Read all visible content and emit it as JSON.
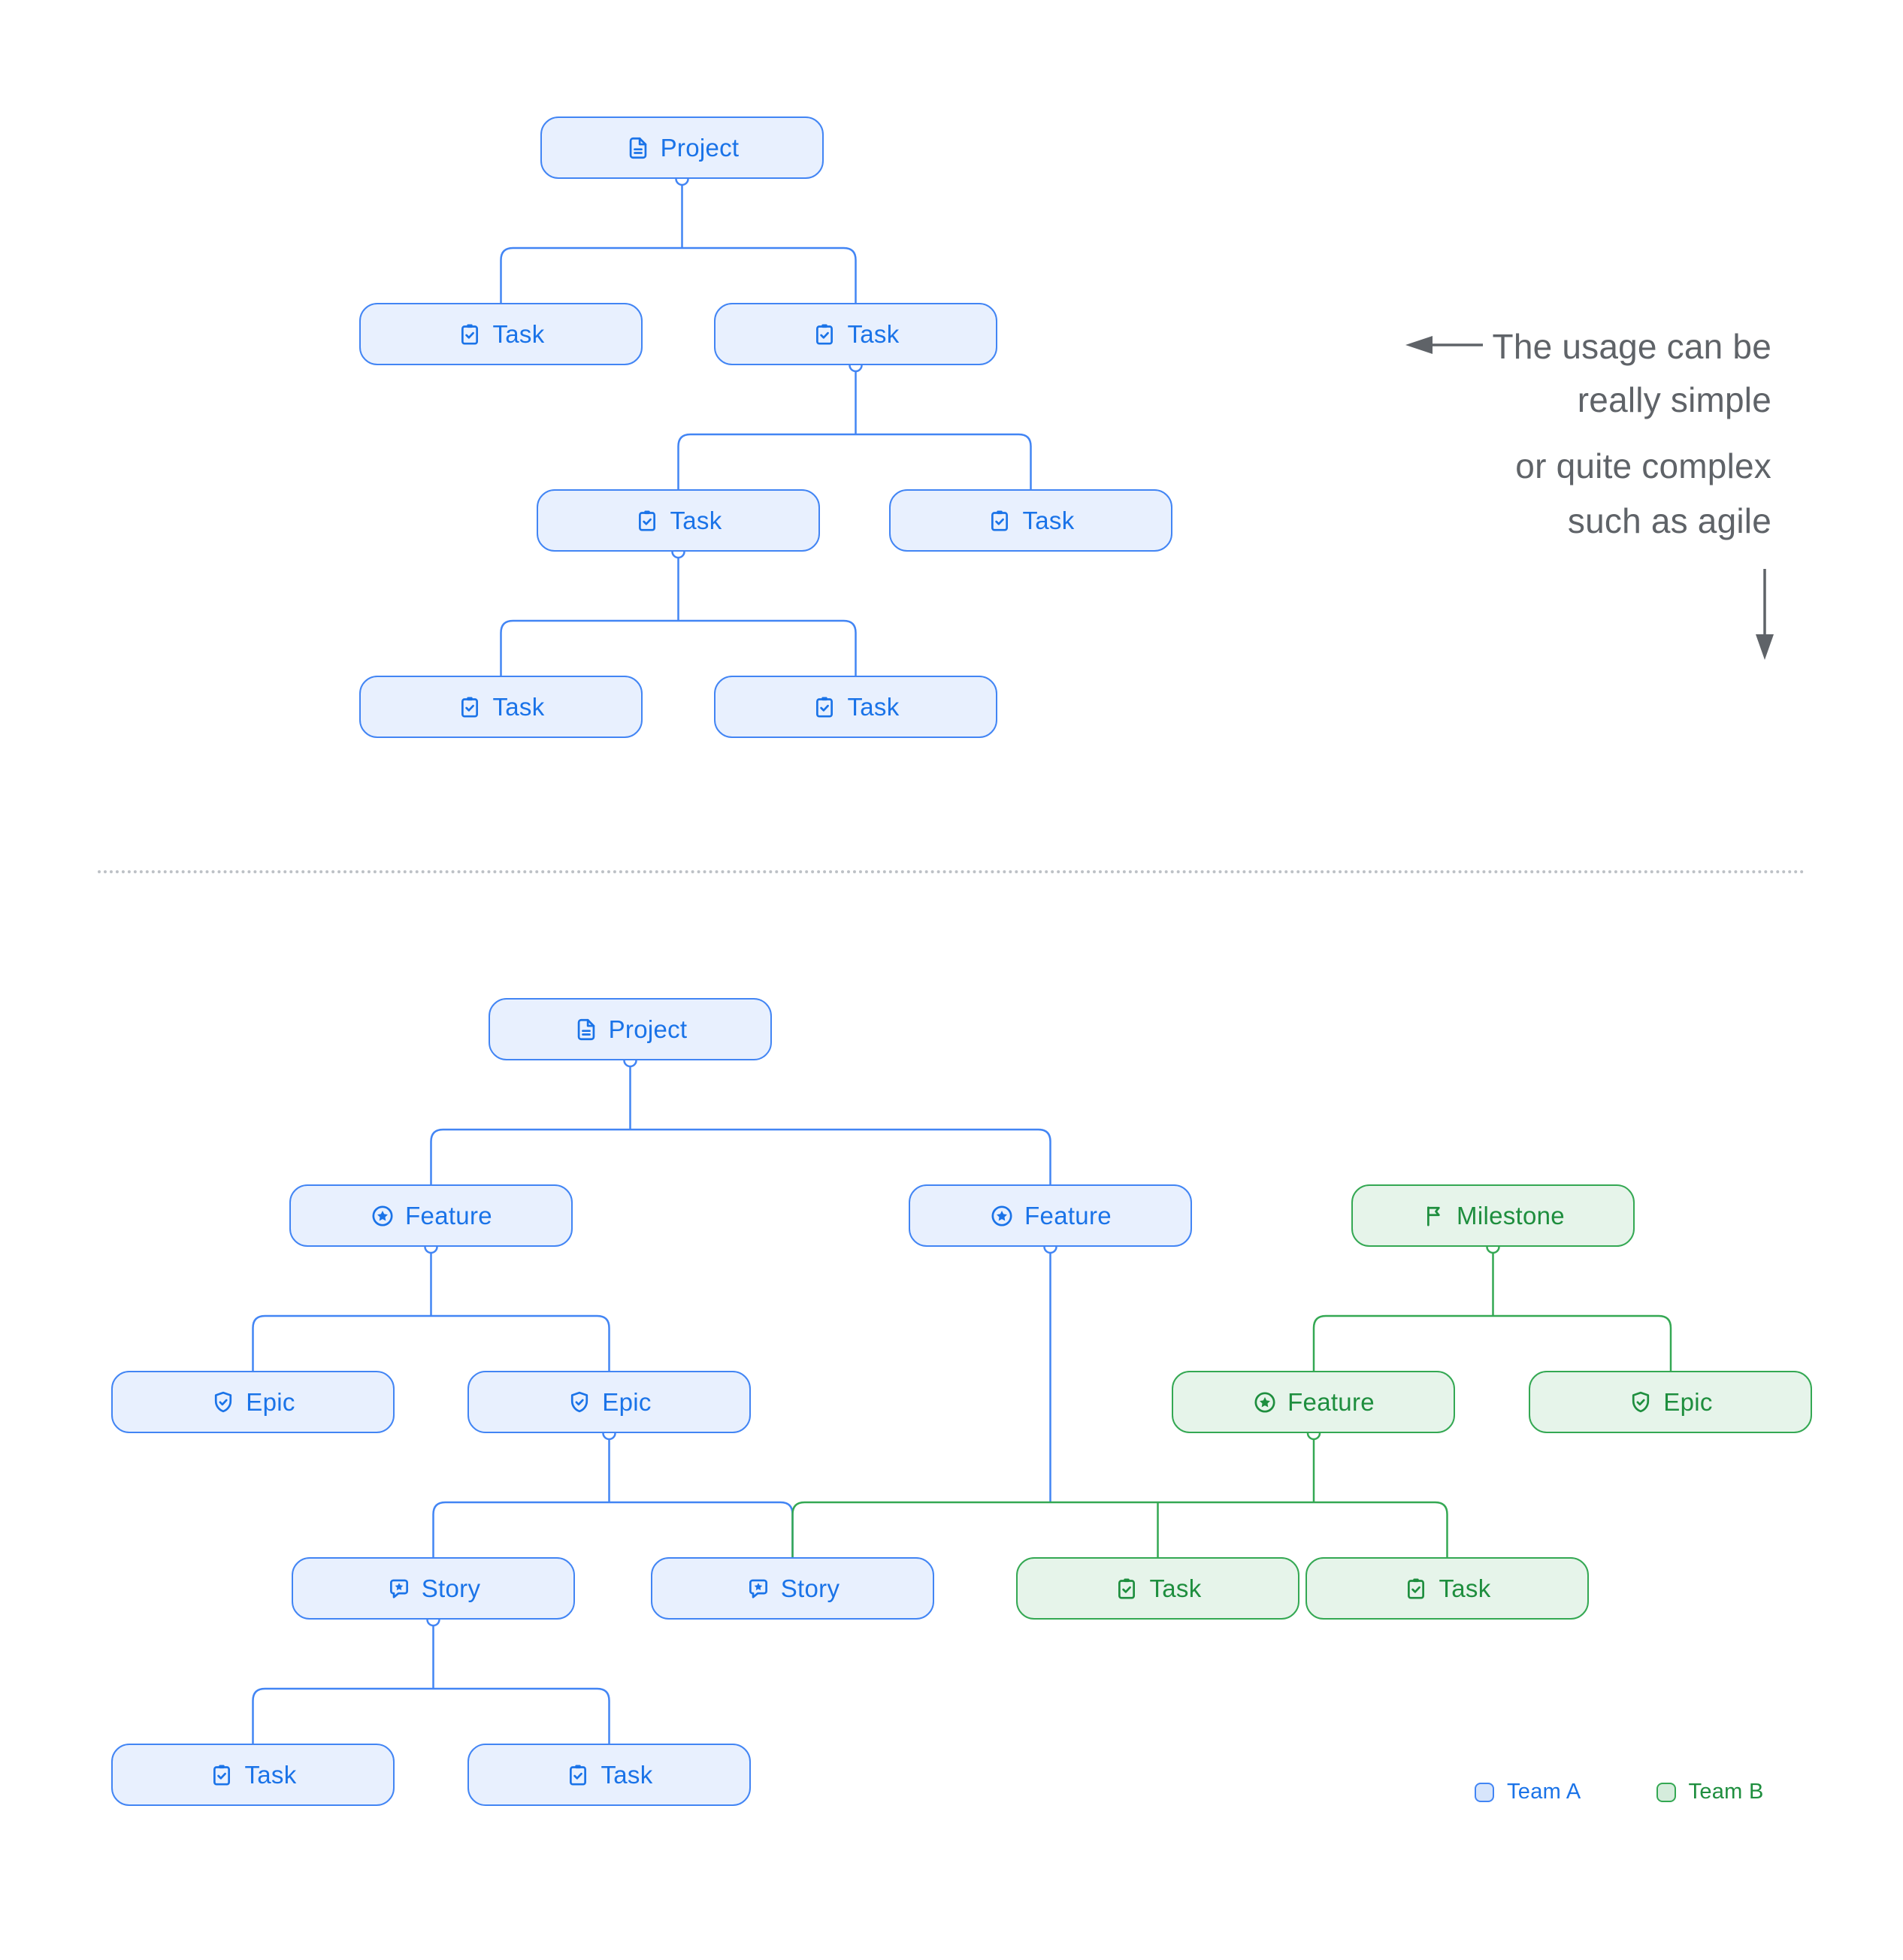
{
  "palette": {
    "team_a_border": "#4285F4",
    "team_a_fill": "#E8F0FE",
    "team_a_text": "#1A73E8",
    "team_b_border": "#34A853",
    "team_b_fill": "#E6F4EA",
    "team_b_text": "#1E8E3E",
    "annotation_text": "#5F6368",
    "separator_dots": "#BDC1C6"
  },
  "annotation": {
    "block1_line1": "The usage can be",
    "block1_line2": "really simple",
    "block2_line1": "or quite complex",
    "block2_line2": "such as agile"
  },
  "legend": {
    "team_a_label": "Team A",
    "team_b_label": "Team B"
  },
  "simple_diagram": {
    "nodes": [
      {
        "id": "project",
        "type": "project",
        "label": "Project",
        "team": "A"
      },
      {
        "id": "task-1",
        "type": "task",
        "label": "Task",
        "team": "A"
      },
      {
        "id": "task-2",
        "type": "task",
        "label": "Task",
        "team": "A"
      },
      {
        "id": "task-2-1",
        "type": "task",
        "label": "Task",
        "team": "A"
      },
      {
        "id": "task-2-2",
        "type": "task",
        "label": "Task",
        "team": "A"
      },
      {
        "id": "task-3-1",
        "type": "task",
        "label": "Task",
        "team": "A"
      },
      {
        "id": "task-3-2",
        "type": "task",
        "label": "Task",
        "team": "A"
      }
    ],
    "edges": [
      [
        "project",
        "task-1"
      ],
      [
        "project",
        "task-2"
      ],
      [
        "task-2",
        "task-2-1"
      ],
      [
        "task-2",
        "task-2-2"
      ],
      [
        "task-2-1",
        "task-3-1"
      ],
      [
        "task-2-1",
        "task-3-2"
      ]
    ]
  },
  "complex_diagram": {
    "nodes": [
      {
        "id": "project",
        "type": "project",
        "label": "Project",
        "team": "A"
      },
      {
        "id": "feature-a1",
        "type": "feature",
        "label": "Feature",
        "team": "A"
      },
      {
        "id": "feature-a2",
        "type": "feature",
        "label": "Feature",
        "team": "A"
      },
      {
        "id": "milestone",
        "type": "milestone",
        "label": "Milestone",
        "team": "B"
      },
      {
        "id": "epic-a1",
        "type": "epic",
        "label": "Epic",
        "team": "A"
      },
      {
        "id": "epic-a2",
        "type": "epic",
        "label": "Epic",
        "team": "A"
      },
      {
        "id": "feature-b",
        "type": "feature",
        "label": "Feature",
        "team": "B"
      },
      {
        "id": "epic-b",
        "type": "epic",
        "label": "Epic",
        "team": "B"
      },
      {
        "id": "story-1",
        "type": "story",
        "label": "Story",
        "team": "A"
      },
      {
        "id": "story-2",
        "type": "story",
        "label": "Story",
        "team": "A"
      },
      {
        "id": "task-b1",
        "type": "task",
        "label": "Task",
        "team": "B"
      },
      {
        "id": "task-b2",
        "type": "task",
        "label": "Task",
        "team": "B"
      },
      {
        "id": "task-a1",
        "type": "task",
        "label": "Task",
        "team": "A"
      },
      {
        "id": "task-a2",
        "type": "task",
        "label": "Task",
        "team": "A"
      }
    ],
    "edges": [
      [
        "project",
        "feature-a1"
      ],
      [
        "project",
        "feature-a2"
      ],
      [
        "feature-a1",
        "epic-a1"
      ],
      [
        "feature-a1",
        "epic-a2"
      ],
      [
        "epic-a2",
        "story-1"
      ],
      [
        "epic-a2",
        "story-2"
      ],
      [
        "feature-a2",
        "story-2"
      ],
      [
        "feature-a2",
        "task-b1"
      ],
      [
        "feature-a2",
        "task-b2"
      ],
      [
        "milestone",
        "feature-b"
      ],
      [
        "milestone",
        "epic-b"
      ],
      [
        "feature-b",
        "story-2"
      ],
      [
        "feature-b",
        "task-b1"
      ],
      [
        "feature-b",
        "task-b2"
      ],
      [
        "story-1",
        "task-a1"
      ],
      [
        "story-1",
        "task-a2"
      ]
    ]
  }
}
